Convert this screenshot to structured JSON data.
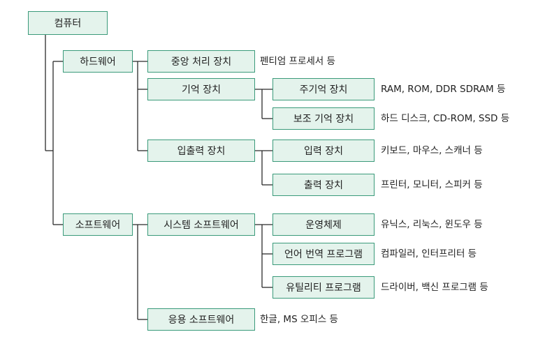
{
  "root": "컴퓨터",
  "hardware": {
    "label": "하드웨어",
    "cpu": {
      "label": "중앙 처리 장치",
      "note": "펜티엄 프로세서 등"
    },
    "memory": {
      "label": "기억 장치",
      "main": {
        "label": "주기억 장치",
        "note": "RAM, ROM, DDR SDRAM 등"
      },
      "aux": {
        "label": "보조 기억 장치",
        "note": "하드 디스크, CD-ROM, SSD 등"
      }
    },
    "io": {
      "label": "입출력 장치",
      "input": {
        "label": "입력 장치",
        "note": "키보드, 마우스, 스캐너 등"
      },
      "output": {
        "label": "출력 장치",
        "note": "프린터, 모니터, 스피커 등"
      }
    }
  },
  "software": {
    "label": "소프트웨어",
    "system": {
      "label": "시스템 소프트웨어",
      "os": {
        "label": "운영체제",
        "note": "유닉스, 리눅스, 윈도우 등"
      },
      "translator": {
        "label": "언어 번역 프로그램",
        "note": "컴파일러, 인터프리터 등"
      },
      "utility": {
        "label": "유틸리티 프로그램",
        "note": "드라이버, 백신 프로그램 등"
      }
    },
    "application": {
      "label": "응용 소프트웨어",
      "note": "한글, MS 오피스 등"
    }
  }
}
